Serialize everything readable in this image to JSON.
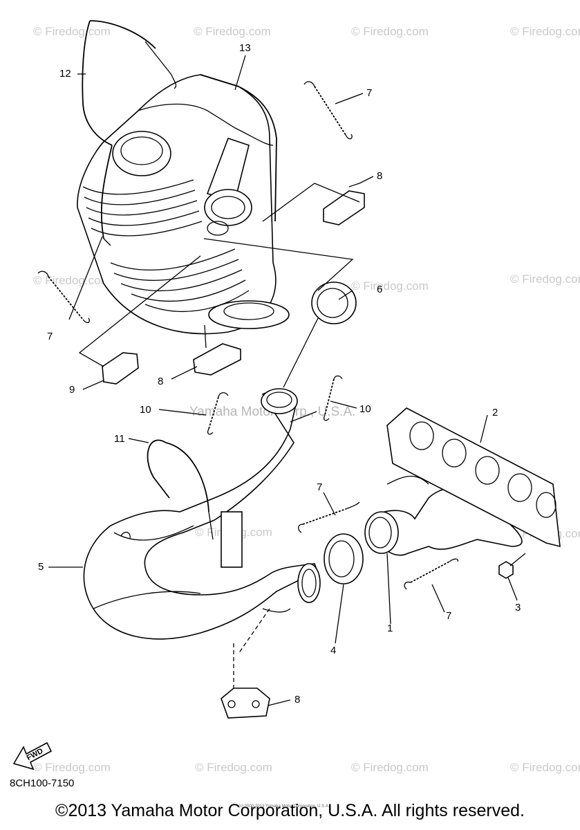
{
  "diagram": {
    "part_code": "8CH100-7150",
    "copyright": "©2013 Yamaha Motor Corporation, U.S.A. All rights reserved.",
    "tiny_credit": "(c) 2000-2013 Yamaha Motor Corporation, U.S.A.",
    "watermark_center": "Yamaha Motor Corp., U.S.A.",
    "watermark_firedog": "© Firedog.com",
    "fwd_label": "FWD",
    "callouts": [
      {
        "id": "c13",
        "label": "13"
      },
      {
        "id": "c12",
        "label": "12"
      },
      {
        "id": "c7a",
        "label": "7"
      },
      {
        "id": "c8a",
        "label": "8"
      },
      {
        "id": "c7b",
        "label": "7"
      },
      {
        "id": "c6",
        "label": "6"
      },
      {
        "id": "c9",
        "label": "9"
      },
      {
        "id": "c8b",
        "label": "8"
      },
      {
        "id": "c10a",
        "label": "10"
      },
      {
        "id": "c10b",
        "label": "10"
      },
      {
        "id": "c2",
        "label": "2"
      },
      {
        "id": "c11",
        "label": "11"
      },
      {
        "id": "c7c",
        "label": "7"
      },
      {
        "id": "c5",
        "label": "5"
      },
      {
        "id": "c3",
        "label": "3"
      },
      {
        "id": "c7d",
        "label": "7"
      },
      {
        "id": "c1",
        "label": "1"
      },
      {
        "id": "c4",
        "label": "4"
      },
      {
        "id": "c8c",
        "label": "8"
      }
    ]
  }
}
